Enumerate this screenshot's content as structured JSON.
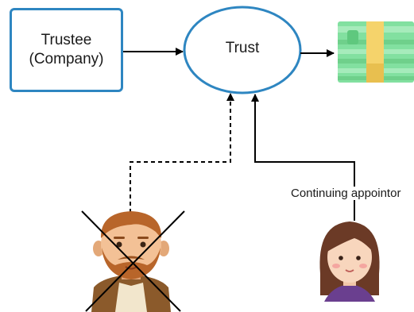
{
  "nodes": {
    "trustee": {
      "line1": "Trustee",
      "line2": "(Company)"
    },
    "trust": {
      "label": "Trust"
    }
  },
  "edges": {
    "appointor": {
      "label": "Continuing appointor"
    }
  },
  "colors": {
    "node_border": "#2e86c1",
    "edge": "#000000",
    "money_green": "#7fdc96",
    "money_band": "#f5d36b"
  },
  "icons": {
    "money": "money-stack-icon",
    "former_appointor": "man-avatar-icon",
    "continuing_appointor": "woman-avatar-icon",
    "removed_mark": "x-cross-icon"
  }
}
